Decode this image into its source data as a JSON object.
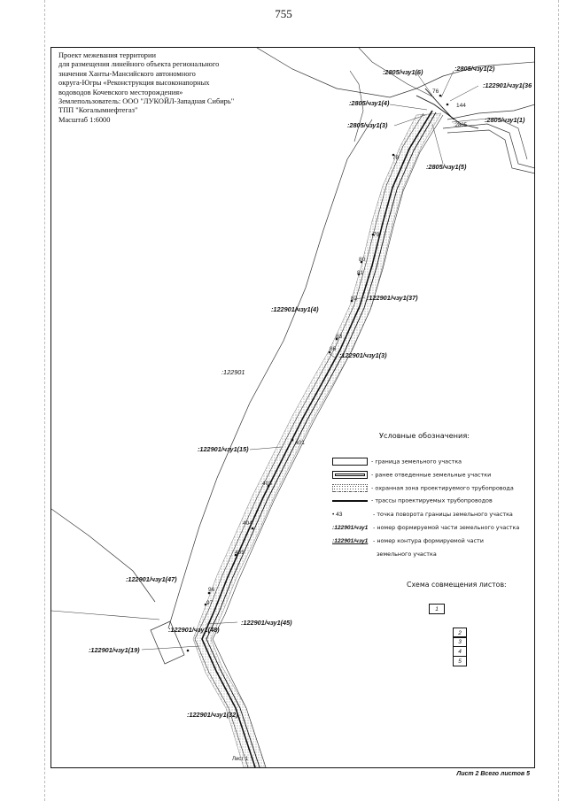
{
  "page_number": "755",
  "title_block": {
    "lines": [
      "Проект межевания территории",
      "для размещения линейного объекта регионального",
      "значения Ханты-Мансийского автономного",
      "округа-Югры «Реконструкция высоконапорных",
      "водоводов Кочевского месторождения»",
      "Землепользователь: ООО \"ЛУКОЙЛ-Западная Сибирь\"",
      "ТПП \"Когалымнефтегаз\"",
      "Масштаб 1:6000"
    ]
  },
  "parcel_labels": {
    "l1": ":2805/чзу1(6)",
    "l2": ":2805/чзу1(2)",
    "l3": ":122901/чзу1(36",
    "l4": ":2805/чзу1(4)",
    "l5": ":2805/чзу1(1)",
    "l6": ":2805/чзу1(3)",
    "l7": ":2805/чзу1(5)",
    "l8": ":122901/чзу1(37)",
    "l9": ":122901/чзу1(4)",
    "l10": ":122901/чзу1(3)",
    "l11": ":122901",
    "l12": ":122901/чзу1(15)",
    "l13": ":122901/чзу1(47)",
    "l14": ":122901/чзу1(45)",
    "l15": ":122901/чзу1(48)",
    "l16": ":122901/чзу1(19)",
    "l17": ":122901/чзу1(32)",
    "l18": ":2805"
  },
  "point_labels": {
    "p76": "76",
    "p144": "144",
    "p78": "78",
    "p79": "79",
    "p80": "80",
    "p81": "81",
    "p82": "82",
    "p83": "83",
    "p86": "86",
    "p401": "401",
    "p403": "403",
    "p404": "404",
    "p405": "405",
    "p96": "96",
    "p97": "97"
  },
  "legend": {
    "title": "Условные обозначения:",
    "items": [
      "- граница земельного участка",
      "- ранее отведенные земельные участки",
      "- охранная зона проектируемого трубопровода",
      "- трассы проектируемых трубопроводов",
      "- точка поворота границы земельного участка",
      "- номер формируемой части земельного участка",
      "- номер контура формируемой части",
      "земельного участка"
    ],
    "symbol_point": "43",
    "symbol_part": ":122901/чзу1",
    "symbol_contour": ":122901/чзу1"
  },
  "sheet_scheme": {
    "title": "Схема совмещения листов:",
    "sheet_labels": [
      "1",
      "2",
      "3",
      "4",
      "5"
    ]
  },
  "continuation_note": "Лист 1",
  "footer": "Лист 2 Всего листов 5"
}
